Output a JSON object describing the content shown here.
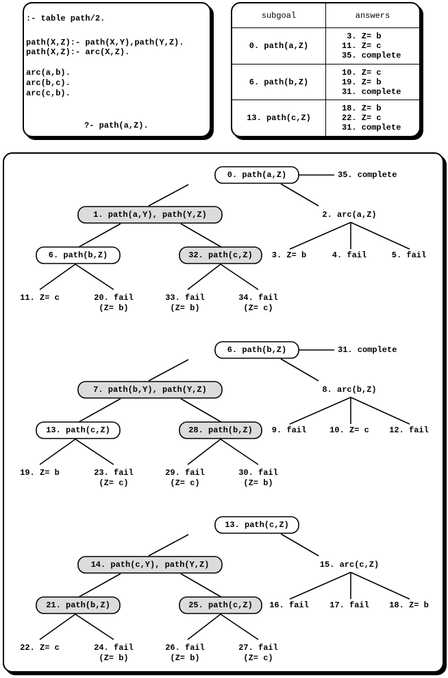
{
  "program": {
    "lines": [
      ":- table path/2.",
      "path(X,Z):- path(X,Y),path(Y,Z).",
      "path(X,Z):- arc(X,Z).",
      "arc(a,b).",
      "arc(b,c).",
      "arc(c,b)."
    ],
    "query": "?- path(a,Z)."
  },
  "answer_table": {
    "headers": [
      "subgoal",
      "answers"
    ],
    "rows": [
      {
        "subgoal": "0. path(a,Z)",
        "answers": [
          " 3. Z= b",
          "11. Z= c",
          "35. complete"
        ]
      },
      {
        "subgoal": "6. path(b,Z)",
        "answers": [
          "10. Z= c",
          "19. Z= b",
          "31. complete"
        ]
      },
      {
        "subgoal": "13. path(c,Z)",
        "answers": [
          "18. Z= b",
          "22. Z= c",
          "31. complete"
        ]
      }
    ]
  },
  "trees": [
    {
      "root": "0. path(a,Z)",
      "complete": "35. complete",
      "left": "1. path(a,Y), path(Y,Z)",
      "right": "2. arc(a,Z)",
      "right_children": [
        "3. Z= b",
        "4. fail",
        "5. fail"
      ],
      "ll": "6. path(b,Z)",
      "lr": "32. path(c,Z)",
      "ll_children": [
        {
          "label": "11. Z= c",
          "sub": ""
        },
        {
          "label": "20. fail",
          "sub": "(Z= b)"
        }
      ],
      "lr_children": [
        {
          "label": "33. fail",
          "sub": "(Z= b)"
        },
        {
          "label": "34. fail",
          "sub": "(Z= c)"
        }
      ],
      "ll_shaded": false
    },
    {
      "root": "6. path(b,Z)",
      "complete": "31. complete",
      "left": "7. path(b,Y), path(Y,Z)",
      "right": "8. arc(b,Z)",
      "right_children": [
        "9. fail",
        "10. Z= c",
        "12. fail"
      ],
      "ll": "13. path(c,Z)",
      "lr": "28. path(b,Z)",
      "ll_children": [
        {
          "label": "19. Z= b",
          "sub": ""
        },
        {
          "label": "23. fail",
          "sub": "(Z= c)"
        }
      ],
      "lr_children": [
        {
          "label": "29. fail",
          "sub": "(Z= c)"
        },
        {
          "label": "30. fail",
          "sub": "(Z= b)"
        }
      ],
      "ll_shaded": false
    },
    {
      "root": "13. path(c,Z)",
      "complete": "",
      "left": "14. path(c,Y), path(Y,Z)",
      "right": "15. arc(c,Z)",
      "right_children": [
        "16. fail",
        "17. fail",
        "18. Z= b"
      ],
      "ll": "21. path(b,Z)",
      "lr": "25. path(c,Z)",
      "ll_children": [
        {
          "label": "22. Z= c",
          "sub": ""
        },
        {
          "label": "24. fail",
          "sub": "(Z= b)"
        }
      ],
      "lr_children": [
        {
          "label": "26. fail",
          "sub": "(Z= b)"
        },
        {
          "label": "27. fail",
          "sub": "(Z= c)"
        }
      ],
      "ll_shaded": true
    }
  ]
}
